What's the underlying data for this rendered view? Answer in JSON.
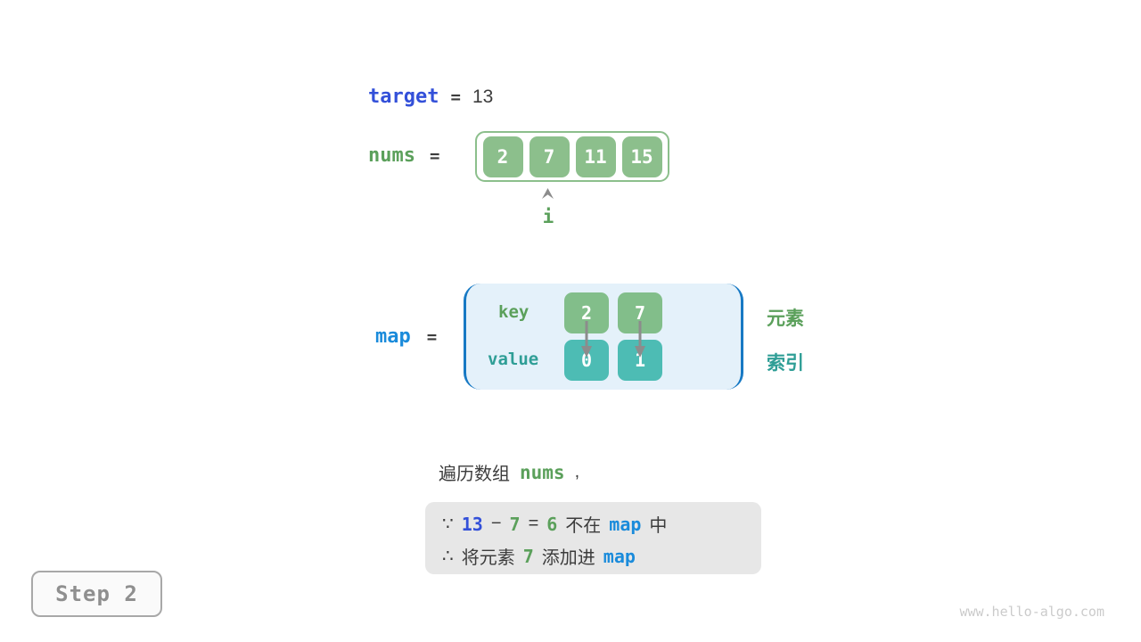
{
  "target_line": {
    "keyword": "target",
    "equals": "=",
    "value": "13"
  },
  "nums_line": {
    "keyword": "nums",
    "equals": "="
  },
  "nums_array": {
    "cells": [
      "2",
      "7",
      "11",
      "15"
    ],
    "pointer_label": "i"
  },
  "map_line": {
    "keyword": "map",
    "equals": "="
  },
  "map_table": {
    "key_label": "key",
    "value_label": "value",
    "keys": [
      "2",
      "7"
    ],
    "values": [
      "0",
      "1"
    ]
  },
  "side_labels": {
    "element": "元素",
    "index": "索引"
  },
  "caption": {
    "prefix": "遍历数组",
    "code": "nums",
    "suffix": ","
  },
  "conclusion": {
    "line1": {
      "t0": "∵",
      "t1": "13",
      "t2": "−",
      "t3": "7",
      "t4": "=",
      "t5": "6",
      "t6": "不在",
      "t7": "map",
      "t8": "中"
    },
    "line2": {
      "t0": "∴",
      "t1": "将元素",
      "t2": "7",
      "t3": "添加进",
      "t4": "map"
    }
  },
  "step_badge": "Step 2",
  "watermark": "www.hello-algo.com",
  "icons": {
    "pointer": "arrow-up-icon",
    "key_to_value": "arrow-down-icon"
  },
  "colors": {
    "keyword_indigo": "#3350d9",
    "keyword_blue": "#1a8bdb",
    "keyword_green": "#5ba05b",
    "teal_text": "#2f9e96",
    "dark_text": "#3c3c3c",
    "nums_cell_green": "#8cbf8c",
    "map_key_green": "#82be8a",
    "map_value_teal": "#4dbcb4",
    "map_bg_blue": "#e4f1fa",
    "map_bracket_blue": "#1779c4",
    "conclusion_bg": "#e7e7e7",
    "arrow_gray": "#8c8c8c",
    "step_gray": "#8f8f8f",
    "watermark_gray": "#cbcbcb"
  }
}
